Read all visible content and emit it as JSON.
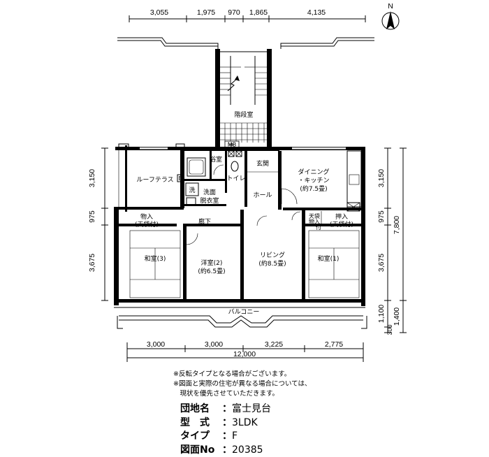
{
  "north_label": "N",
  "dimensions": {
    "top": [
      "3,055",
      "1,975",
      "970",
      "1,865",
      "4,135"
    ],
    "bottom": [
      "3,000",
      "3,000",
      "3,225",
      "2,775"
    ],
    "bottom_total": "12,000",
    "left": [
      "3,150",
      "975",
      "3,675"
    ],
    "right": [
      "3,150",
      "975",
      "3,675",
      "1,100",
      "300"
    ],
    "right_total_main": "7,800",
    "right_total_balcony": "1,400"
  },
  "rooms": {
    "stair": "階段室",
    "mb": "MB",
    "ps": "湯",
    "bath": "浴室",
    "toilet": "トイレ",
    "entrance": "玄関",
    "hall": "ホール",
    "dining_1": "ダイニング",
    "dining_2": "・キッチン",
    "dining_3": "(約7.5畳)",
    "roof_terrace": "ルーフテラス",
    "washer": "洗",
    "b_mark": "B",
    "washroom_1": "洗面",
    "washroom_2": "脱衣室",
    "storage_1": "物入",
    "storage_2": "(天袋付)",
    "corridor": "廊下",
    "closet_small_1": "天袋",
    "closet_small_2": "物入",
    "closet_small_3": "付",
    "oshiire_1": "押入",
    "oshiire_2": "(天袋付)",
    "washitsu3": "和室(3)",
    "youshitsu2_1": "洋室(2)",
    "youshitsu2_2": "(約6.5畳)",
    "living_1": "リビング",
    "living_2": "(約8.5畳)",
    "washitsu1": "和室(1)",
    "balcony": "バルコニー"
  },
  "notes": [
    "※反転タイプとなる場合がございます。",
    "※図面と実際の住宅が異なる場合については、",
    "　現状を優先させていただきます。"
  ],
  "info": [
    {
      "key": "団地名",
      "value": "富士見台"
    },
    {
      "key": "型　式",
      "value": "3LDK"
    },
    {
      "key": "タイプ",
      "value": "F"
    },
    {
      "key": "図面No",
      "value": "20385"
    }
  ]
}
